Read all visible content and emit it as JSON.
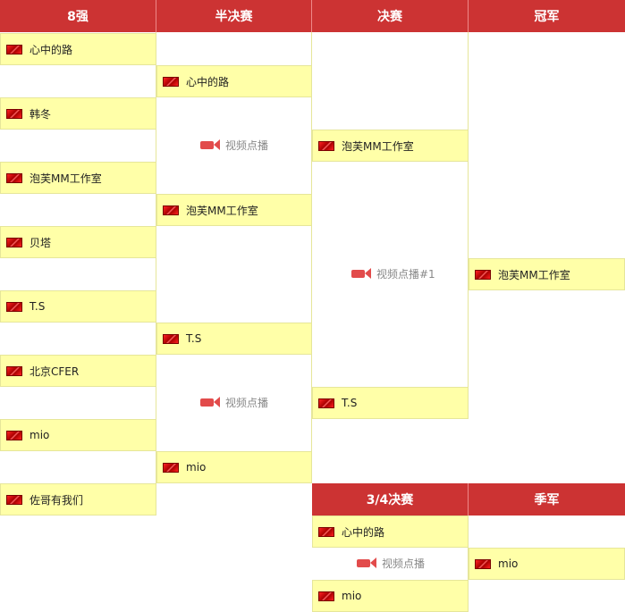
{
  "headers": {
    "r8": "8强",
    "semi": "半决赛",
    "final": "决赛",
    "champion": "冠军",
    "third_place_match": "3/4决赛",
    "third_place": "季军"
  },
  "round_of_8": [
    {
      "name": "心中的路"
    },
    {
      "name": "韩冬"
    },
    {
      "name": "泡芙MM工作室"
    },
    {
      "name": "贝塔"
    },
    {
      "name": "T.S"
    },
    {
      "name": "北京CFER"
    },
    {
      "name": "mio"
    },
    {
      "name": "佐哥有我们"
    }
  ],
  "semifinal": [
    {
      "name": "心中的路"
    },
    {
      "name": "泡芙MM工作室"
    },
    {
      "name": "T.S"
    },
    {
      "name": "mio"
    }
  ],
  "final": [
    {
      "name": "泡芙MM工作室"
    },
    {
      "name": "T.S"
    }
  ],
  "champion": {
    "name": "泡芙MM工作室"
  },
  "third_place_match": [
    {
      "name": "心中的路"
    },
    {
      "name": "mio"
    }
  ],
  "third_place": {
    "name": "mio"
  },
  "video_links": {
    "semi_top": "视频点播",
    "final": "视频点播#1",
    "semi_bottom": "视频点播",
    "third": "视频点播"
  },
  "colors": {
    "header_bg": "#cc3333",
    "slot_bg": "#ffffa8",
    "link_text": "#888888"
  },
  "icons": {
    "team_flag": "flag-icon",
    "video": "video-camera-icon"
  }
}
